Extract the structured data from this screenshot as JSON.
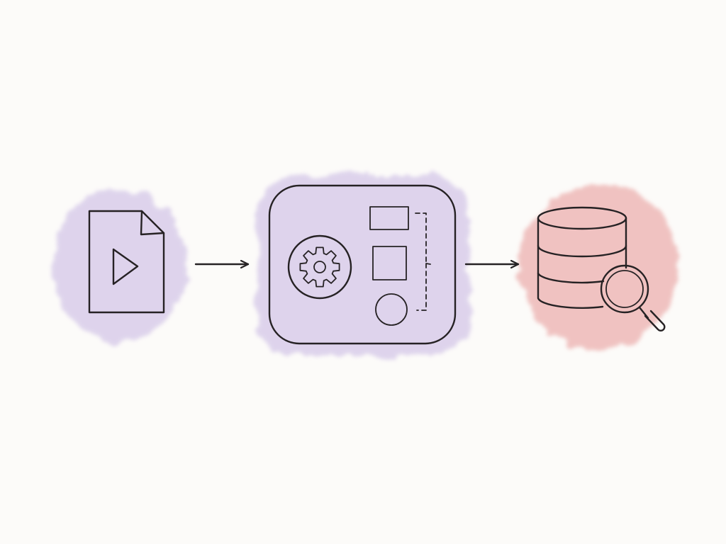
{
  "colors": {
    "background": "#fcfbf9",
    "ink": "#262224",
    "lavender_wash": "#d9cdea",
    "pink_wash": "#eeb9b8",
    "pink_shape": "#e4a4a4"
  },
  "nodes": [
    {
      "id": "video-file",
      "icon": "video-file-icon",
      "wash": "lavender"
    },
    {
      "id": "processing-panel",
      "icon": "gear-icon",
      "wash": "lavender"
    },
    {
      "id": "database-search",
      "icon": "database-search-icon",
      "wash": "pink"
    }
  ],
  "edges": [
    {
      "from": "video-file",
      "to": "processing-panel"
    },
    {
      "from": "processing-panel",
      "to": "database-search"
    }
  ]
}
